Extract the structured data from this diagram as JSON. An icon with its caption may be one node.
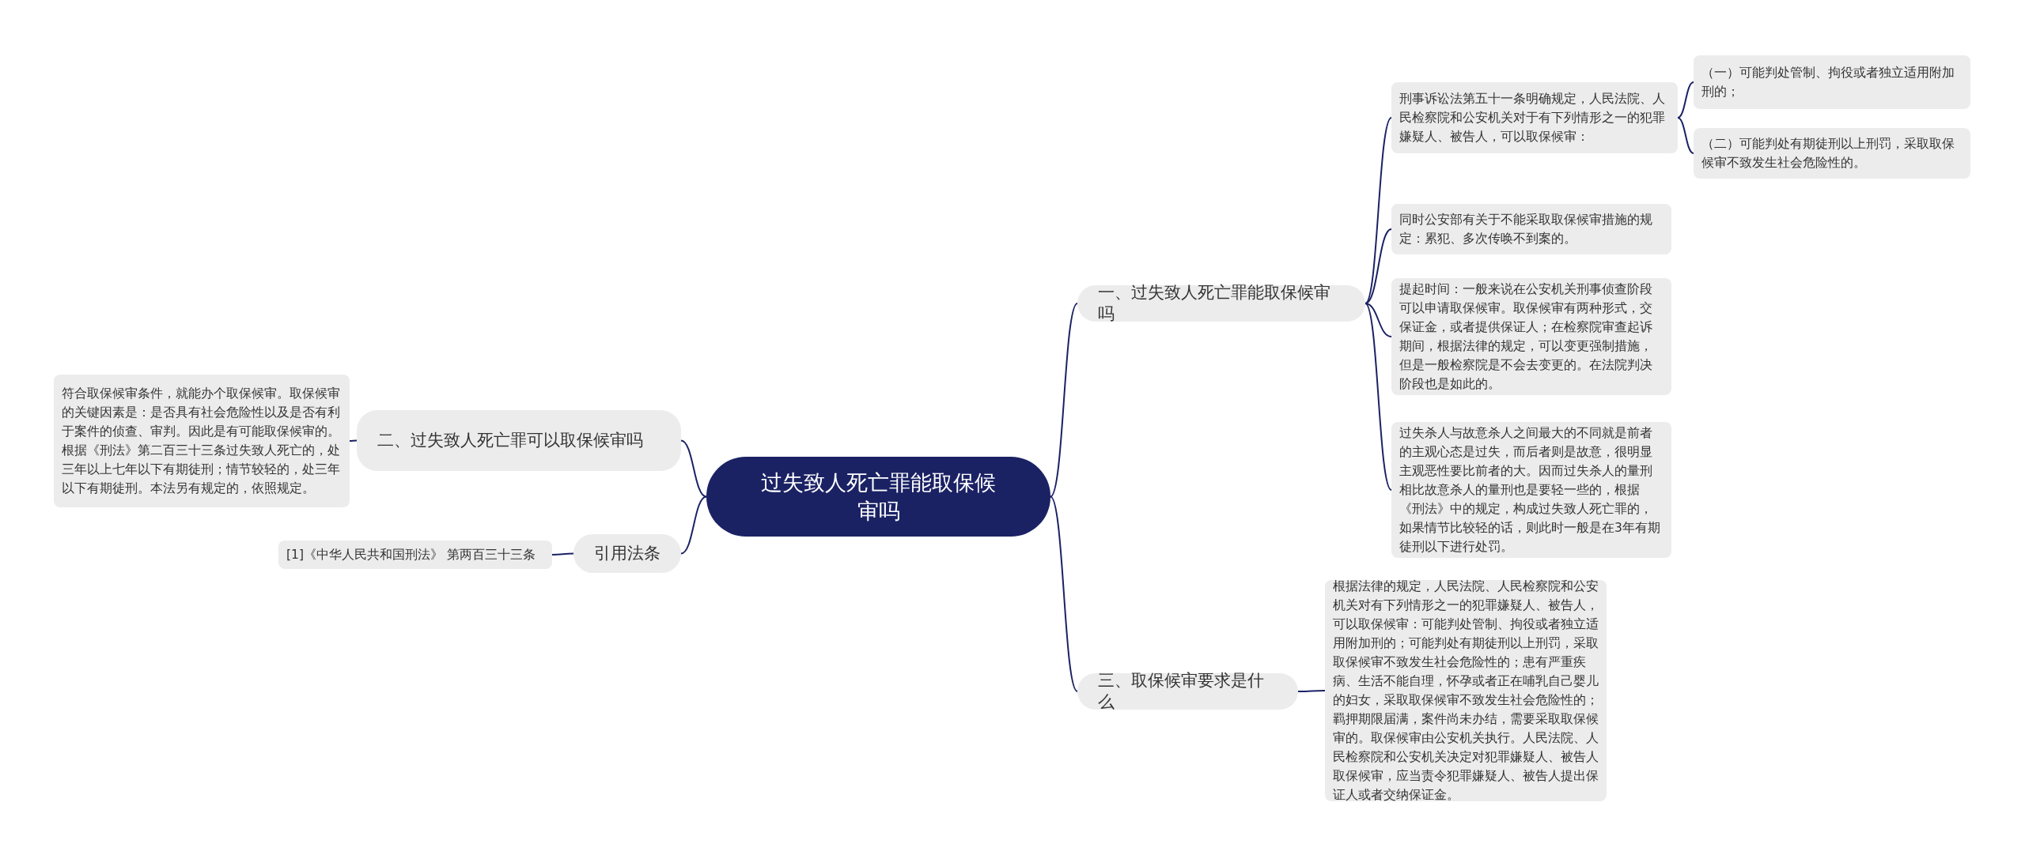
{
  "diagram": {
    "nodes": [
      {
        "text": [
          "过失致人死亡罪能取保候审吗"
        ]
      },
      {
        "text": [
          "一、过失致人死亡罪能取保候审吗"
        ]
      },
      {
        "text": [
          "刑事诉讼法第五十一条明确规定，人民法院、人民检察院和公安机关对于有下列情形之一的犯罪嫌疑人、被告人，可以取保候审："
        ]
      },
      {
        "text": [
          "（一）可能判处管制、拘役或者独立适用附加刑的；"
        ]
      },
      {
        "text": [
          "（二）可能判处有期徒刑以上刑罚，采取取保候审不致发生社会危险性的。"
        ]
      },
      {
        "text": [
          "同时公安部有关于不能采取取保候审措施的规定：累犯、多次传唤不到案的。"
        ]
      },
      {
        "text": [
          "提起时间：一般来说在公安机关刑事侦查阶段可以申请取保候审。取保候审有两种形式，交保证金，或者提供保证人；在检察院审查起诉期间，根据法律的规定，可以变更强制措施，但是一般检察院是不会去变更的。在法院判决阶段也是如此的。"
        ]
      },
      {
        "text": [
          "过失杀人与故意杀人之间最大的不同就是前者的主观心态是过失，而后者则是故意，很明显主观恶性要比前者的大。因而过失杀人的量刑相比故意杀人的量刑也是要轻一些的，根据《刑法》中的规定，构成过失致人死亡罪的，如果情节比较轻的话，则此时一般是在3年有期徒刑以下进行处罚。"
        ]
      },
      {
        "text": [
          "三、取保候审要求是什么"
        ]
      },
      {
        "text": [
          "根据法律的规定，人民法院、人民检察院和公安机关对有下列情形之一的犯罪嫌疑人、被告人，可以取保候审：可能判处管制、拘役或者独立适用附加刑的；可能判处有期徒刑以上刑罚，采取取保候审不致发生社会危险性的；患有严重疾病、生活不能自理，怀孕或者正在哺乳自己婴儿的妇女，采取取保候审不致发生社会危险性的；羁押期限届满，案件尚未办结，需要采取取保候审的。取保候审由公安机关执行。人民法院、人民检察院和公安机关决定对犯罪嫌疑人、被告人取保候审，应当责令犯罪嫌疑人、被告人提出保证人或者交纳保证金。"
        ]
      },
      {
        "text": [
          "二、过失致人死亡罪可以取保候审吗"
        ]
      },
      {
        "text": [
          "符合取保候审条件，就能办个取保候审。取保候审的关键因素是：是否具有社会危险性以及是否有利于案件的侦查、审判。因此是有可能取保候审的。根据《刑法》第二百三十三条过失致人死亡的，处三年以上七年以下有期徒刑；情节较轻的，处三年以下有期徒刑。本法另有规定的，依照规定。"
        ]
      },
      {
        "text": [
          "引用法条"
        ]
      },
      {
        "text": [
          "[1]《中华人民共和国刑法》 第两百三十三条"
        ]
      }
    ],
    "edges": [
      {
        "from": 0,
        "to": 1,
        "arrow": "none"
      },
      {
        "from": 1,
        "to": 2,
        "arrow": "none"
      },
      {
        "from": 2,
        "to": 3,
        "arrow": "none"
      },
      {
        "from": 2,
        "to": 4,
        "arrow": "none"
      },
      {
        "from": 1,
        "to": 5,
        "arrow": "none"
      },
      {
        "from": 1,
        "to": 6,
        "arrow": "none"
      },
      {
        "from": 1,
        "to": 7,
        "arrow": "none"
      },
      {
        "from": 0,
        "to": 8,
        "arrow": "none"
      },
      {
        "from": 8,
        "to": 9,
        "arrow": "none"
      },
      {
        "from": 0,
        "to": 10,
        "arrow": "none"
      },
      {
        "from": 10,
        "to": 11,
        "arrow": "none"
      },
      {
        "from": 0,
        "to": 12,
        "arrow": "none"
      },
      {
        "from": 12,
        "to": 13,
        "arrow": "none"
      }
    ]
  }
}
